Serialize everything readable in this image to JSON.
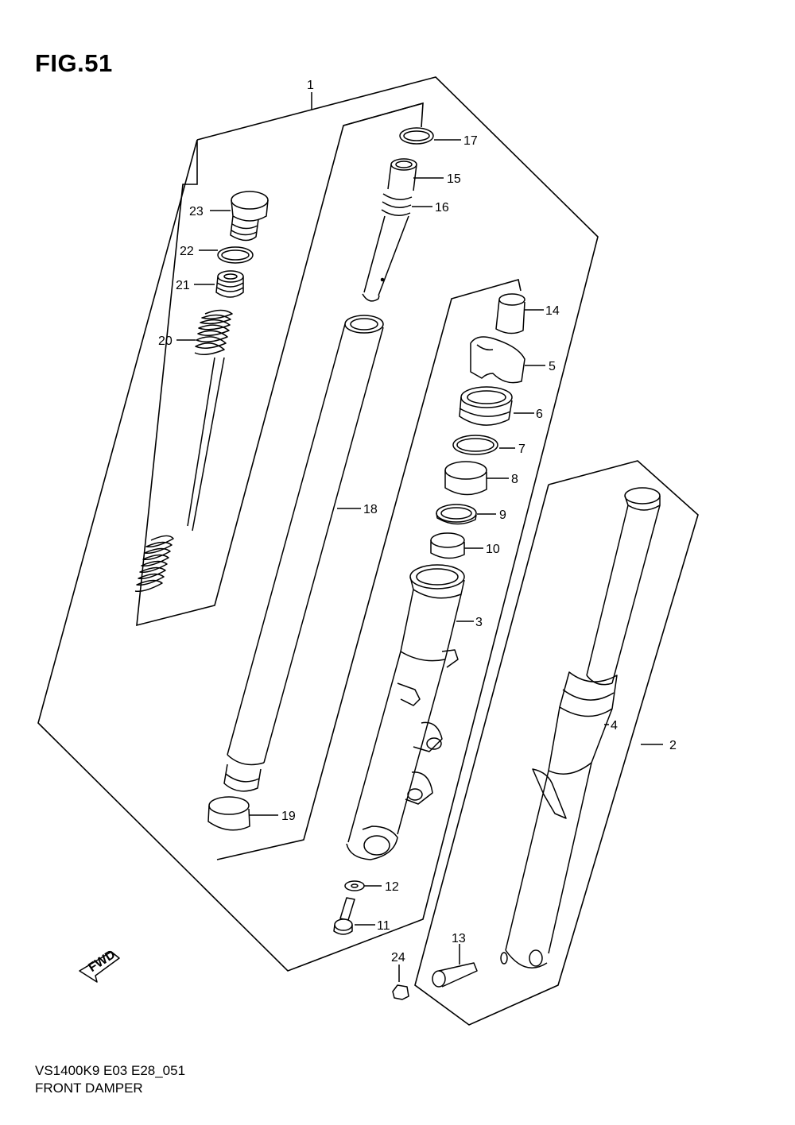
{
  "title": "FIG.51",
  "footer": {
    "code": "VS1400K9 E03 E28_051",
    "name": "FRONT DAMPER"
  },
  "fwd_label": "FWD",
  "callouts": [
    {
      "id": "1",
      "label": "1"
    },
    {
      "id": "2",
      "label": "2"
    },
    {
      "id": "3",
      "label": "3"
    },
    {
      "id": "4",
      "label": "4"
    },
    {
      "id": "5",
      "label": "5"
    },
    {
      "id": "6",
      "label": "6"
    },
    {
      "id": "7",
      "label": "7"
    },
    {
      "id": "8",
      "label": "8"
    },
    {
      "id": "9",
      "label": "9"
    },
    {
      "id": "10",
      "label": "10"
    },
    {
      "id": "11",
      "label": "11"
    },
    {
      "id": "12",
      "label": "12"
    },
    {
      "id": "13",
      "label": "13"
    },
    {
      "id": "14",
      "label": "14"
    },
    {
      "id": "15",
      "label": "15"
    },
    {
      "id": "16",
      "label": "16"
    },
    {
      "id": "17",
      "label": "17"
    },
    {
      "id": "18",
      "label": "18"
    },
    {
      "id": "19",
      "label": "19"
    },
    {
      "id": "20",
      "label": "20"
    },
    {
      "id": "21",
      "label": "21"
    },
    {
      "id": "22",
      "label": "22"
    },
    {
      "id": "23",
      "label": "23"
    },
    {
      "id": "24",
      "label": "24"
    }
  ]
}
